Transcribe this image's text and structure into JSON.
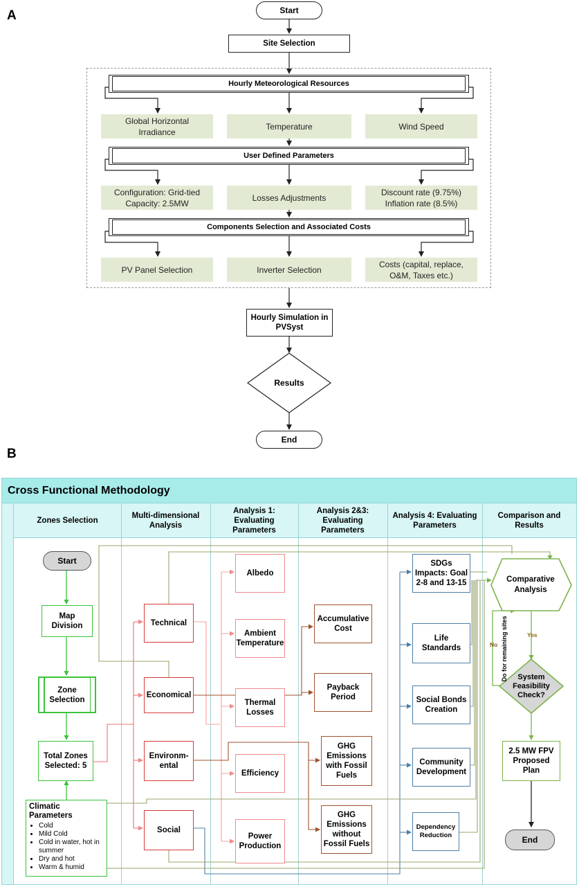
{
  "panel_a": {
    "letter": "A",
    "start": "Start",
    "site_selection": "Site Selection",
    "hourly_met": "Hourly Meteorological Resources",
    "met_items": [
      "Global Horizontal Irradiance",
      "Temperature",
      "Wind Speed"
    ],
    "user_params": "User Defined Parameters",
    "user_items": [
      [
        "Configuration: Grid-tied",
        "Capacity: 2.5MW"
      ],
      [
        "Losses Adjustments"
      ],
      [
        "Discount rate (9.75%)",
        "Inflation rate (8.5%)"
      ]
    ],
    "components": "Components Selection and Associated Costs",
    "comp_items": [
      [
        "PV Panel Selection"
      ],
      [
        "Inverter Selection"
      ],
      [
        "Costs (capital, replace,",
        "O&M, Taxes etc.)"
      ]
    ],
    "simulation": [
      "Hourly Simulation in",
      "PVSyst"
    ],
    "results": "Results",
    "end": "End"
  },
  "panel_b": {
    "letter": "B",
    "title": "Cross Functional Methodology",
    "lanes": [
      [
        "Zones Selection"
      ],
      [
        "Multi-dimensional",
        "Analysis"
      ],
      [
        "Analysis 1:",
        "Evaluating",
        "Parameters"
      ],
      [
        "Analysis 2&3:",
        "Evaluating",
        "Parameters"
      ],
      [
        "Analysis 4: Evaluating",
        "Parameters"
      ],
      [
        "Comparison and",
        "Results"
      ]
    ],
    "start": "Start",
    "map_division": [
      "Map",
      "Division"
    ],
    "zone_selection": [
      "Zone",
      "Selection"
    ],
    "total_zones": [
      "Total Zones",
      "Selected: 5"
    ],
    "climatic_title": [
      "Climatic",
      "Parameters"
    ],
    "climatic_items": [
      "Cold",
      "Mild Cold",
      "Cold in water, hot in summer",
      "Dry and hot",
      "Warm & humid"
    ],
    "dimensions": [
      [
        "Technical"
      ],
      [
        "Economical"
      ],
      [
        "Environm-",
        "ental"
      ],
      [
        "Social"
      ]
    ],
    "analysis1": [
      [
        "Albedo"
      ],
      [
        "Ambient",
        "Temperature"
      ],
      [
        "Thermal",
        "Losses"
      ],
      [
        "Efficiency"
      ],
      [
        "Power",
        "Production"
      ]
    ],
    "analysis23": [
      [
        "Accumulative",
        "Cost"
      ],
      [
        "Payback",
        "Period"
      ],
      [
        "GHG",
        "Emissions",
        "with Fossil",
        "Fuels"
      ],
      [
        "GHG",
        "Emissions",
        "without",
        "Fossil Fuels"
      ]
    ],
    "analysis4": [
      [
        "SDGs",
        "Impacts: Goal",
        "2-8 and 13-15"
      ],
      [
        "Life",
        "Standards"
      ],
      [
        "Social Bonds",
        "Creation"
      ],
      [
        "Community",
        "Development"
      ],
      [
        "Dependency",
        "Reduction"
      ]
    ],
    "comparative": [
      "Comparative",
      "Analysis"
    ],
    "feasibility": [
      "System",
      "Feasibility",
      "Check?"
    ],
    "no_label": "No",
    "yes_label": "Yes",
    "remaining": "Do for remaining sites",
    "proposed": [
      "2.5 MW FPV",
      "Proposed",
      "Plan"
    ],
    "end": "End"
  }
}
